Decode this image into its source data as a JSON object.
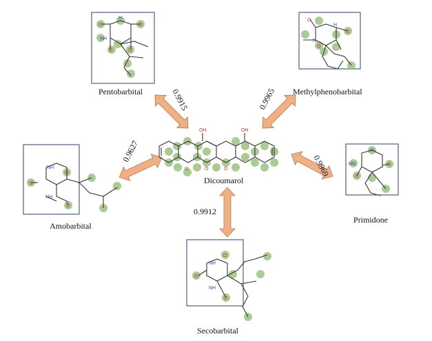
{
  "center": {
    "name": "Dicoumarol",
    "atoms": {
      "oh_left": "OH",
      "oh_right": "OH",
      "o": "O"
    }
  },
  "nodes": [
    {
      "id": "pentobarbital",
      "name": "Pentobarbital",
      "score": "0.9915"
    },
    {
      "id": "methylphenobarbital",
      "name": "Methylphenobarbital",
      "score": "0.9965"
    },
    {
      "id": "amobarbital",
      "name": "Amobarbital",
      "score": "0.9627"
    },
    {
      "id": "primidone",
      "name": "Primidone",
      "score": "0.9969"
    },
    {
      "id": "secobarbital",
      "name": "Secobarbital",
      "score": "0.9912"
    }
  ],
  "atom_labels": {
    "O": "O",
    "NH": "NH",
    "HN": "HN",
    "H": "H",
    "N": "N"
  },
  "colors": {
    "highlight": "#8fb873",
    "arrow": "#eeb084",
    "box": "#2c3e66",
    "oxygen": "#c0392b",
    "nitrogen": "#2c4fa3"
  }
}
